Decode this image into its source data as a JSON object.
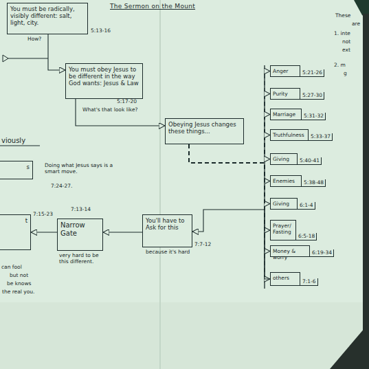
{
  "diagram": {
    "title": "The Sermon on the Mount",
    "nodes": [
      {
        "text": [
          "You must be radically, visibly different: salt, light, city."
        ]
      },
      {
        "text": [
          "You must obey Jesus to be different in the way God wants: Jesus & Law"
        ]
      },
      {
        "text": [
          "Obeying Jesus changes these things..."
        ]
      },
      {
        "text": [
          "s"
        ]
      },
      {
        "text": [
          "Anger",
          "5:21-26"
        ]
      },
      {
        "text": [
          "Purity",
          "5:27-30"
        ]
      },
      {
        "text": [
          "Marriage",
          "5:31-32"
        ]
      },
      {
        "text": [
          "Truthfulness",
          "5:33-37"
        ]
      },
      {
        "text": [
          "Giving",
          "5:40-41"
        ]
      },
      {
        "text": [
          "Enemies",
          "5:38-48"
        ]
      },
      {
        "text": [
          "Giving",
          "6:1-4"
        ]
      },
      {
        "text": [
          "Prayer/ Fasting",
          "6:5-18"
        ]
      },
      {
        "text": [
          "Money & worry",
          "6:19-34"
        ]
      },
      {
        "text": [
          "others",
          "7:1-6"
        ]
      },
      {
        "text": [
          "You'll have to Ask for this"
        ]
      },
      {
        "text": [
          "Narrow Gate"
        ]
      },
      {
        "text": [
          "t"
        ]
      }
    ],
    "edges": [
      {
        "from": 0,
        "to": 1,
        "arrow": "to"
      },
      {
        "from": 1,
        "to": 2,
        "arrow": "to"
      },
      {
        "from": 2,
        "to": 4,
        "arrow": "to"
      },
      {
        "from": 2,
        "to": 5,
        "arrow": "to"
      },
      {
        "from": 2,
        "to": 6,
        "arrow": "to"
      },
      {
        "from": 2,
        "to": 7,
        "arrow": "to"
      },
      {
        "from": 2,
        "to": 8,
        "arrow": "to"
      },
      {
        "from": 2,
        "to": 9,
        "arrow": "to"
      },
      {
        "from": 2,
        "to": 10,
        "arrow": "to"
      },
      {
        "from": 2,
        "to": 11,
        "arrow": "to"
      },
      {
        "from": 2,
        "to": 12,
        "arrow": "to"
      },
      {
        "from": 2,
        "to": 13,
        "arrow": "to"
      },
      {
        "from": 13,
        "to": 14,
        "arrow": "to"
      },
      {
        "from": 14,
        "to": 15,
        "arrow": "to"
      },
      {
        "from": 15,
        "to": 16,
        "arrow": "to"
      }
    ],
    "labels": [
      "5:13-16",
      "How?",
      "5:17-20",
      "What's that look like?",
      "viously",
      "Doing what Jesus says is a smart move.",
      "7:24-27.",
      "7:13-14",
      "very hard to be this different.",
      "7:7-12",
      "because it's hard",
      "7:15-23",
      "can fool",
      "but not",
      "be knows",
      "the real you.",
      "These",
      "are",
      "1. inte",
      "not",
      "ext",
      "2. m",
      "g"
    ]
  }
}
